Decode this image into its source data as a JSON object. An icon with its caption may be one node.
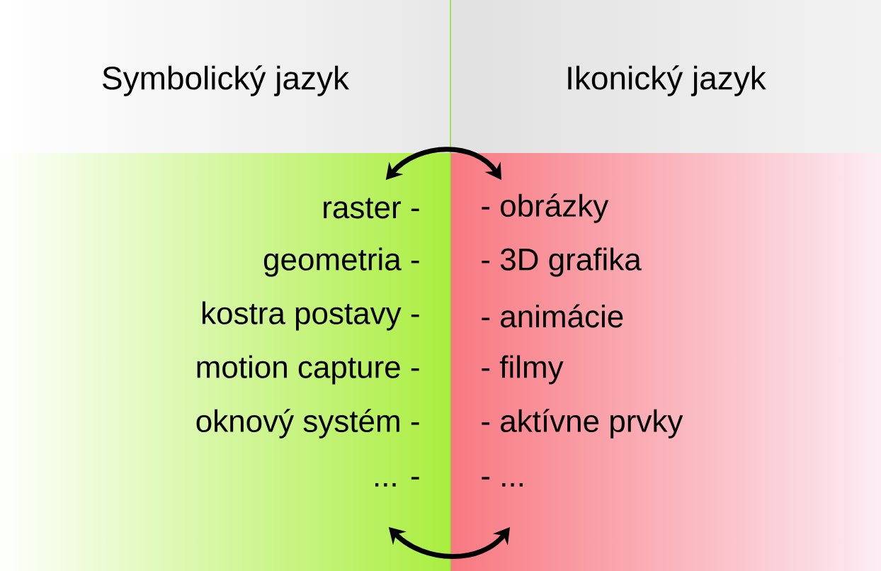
{
  "diagram": {
    "nodes": [
      {
        "text": [
          "Symbolický jazyk",
          "raster -",
          "geometria -",
          "kostra postavy -",
          "motion capture -",
          "oknový systém -",
          "... -"
        ]
      },
      {
        "text": [
          "Ikonický jazyk",
          "- obrázky",
          "- 3D grafika",
          "- animácie",
          "- filmy",
          "- aktívne prvky",
          "- ..."
        ]
      }
    ],
    "edges": [
      {
        "from": 0,
        "to": 1,
        "arrow": "both"
      },
      {
        "from": 0,
        "to": 1,
        "arrow": "both"
      }
    ]
  }
}
